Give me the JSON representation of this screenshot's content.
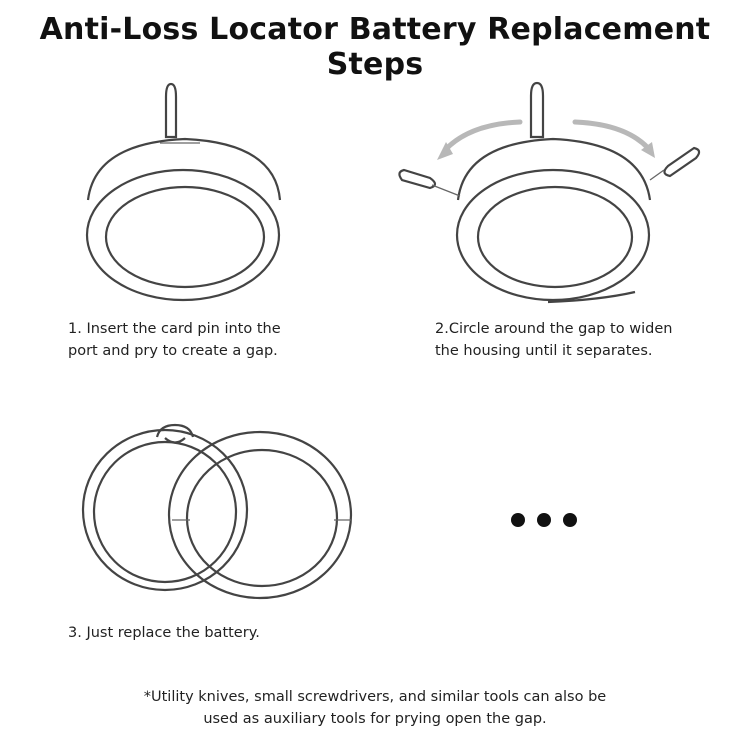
{
  "title": "Anti-Loss Locator Battery Replacement Steps",
  "steps": [
    {
      "line1": "1. Insert the card pin into the",
      "line2": "port and pry to create a gap."
    },
    {
      "line1": "2.Circle around the gap to widen",
      "line2": "the housing until it separates."
    },
    {
      "line1": "3. Just replace the battery."
    }
  ],
  "note": {
    "line1": "*Utility knives, small screwdrivers, and similar tools can also be",
    "line2": "used as auxiliary tools for prying open the gap."
  }
}
